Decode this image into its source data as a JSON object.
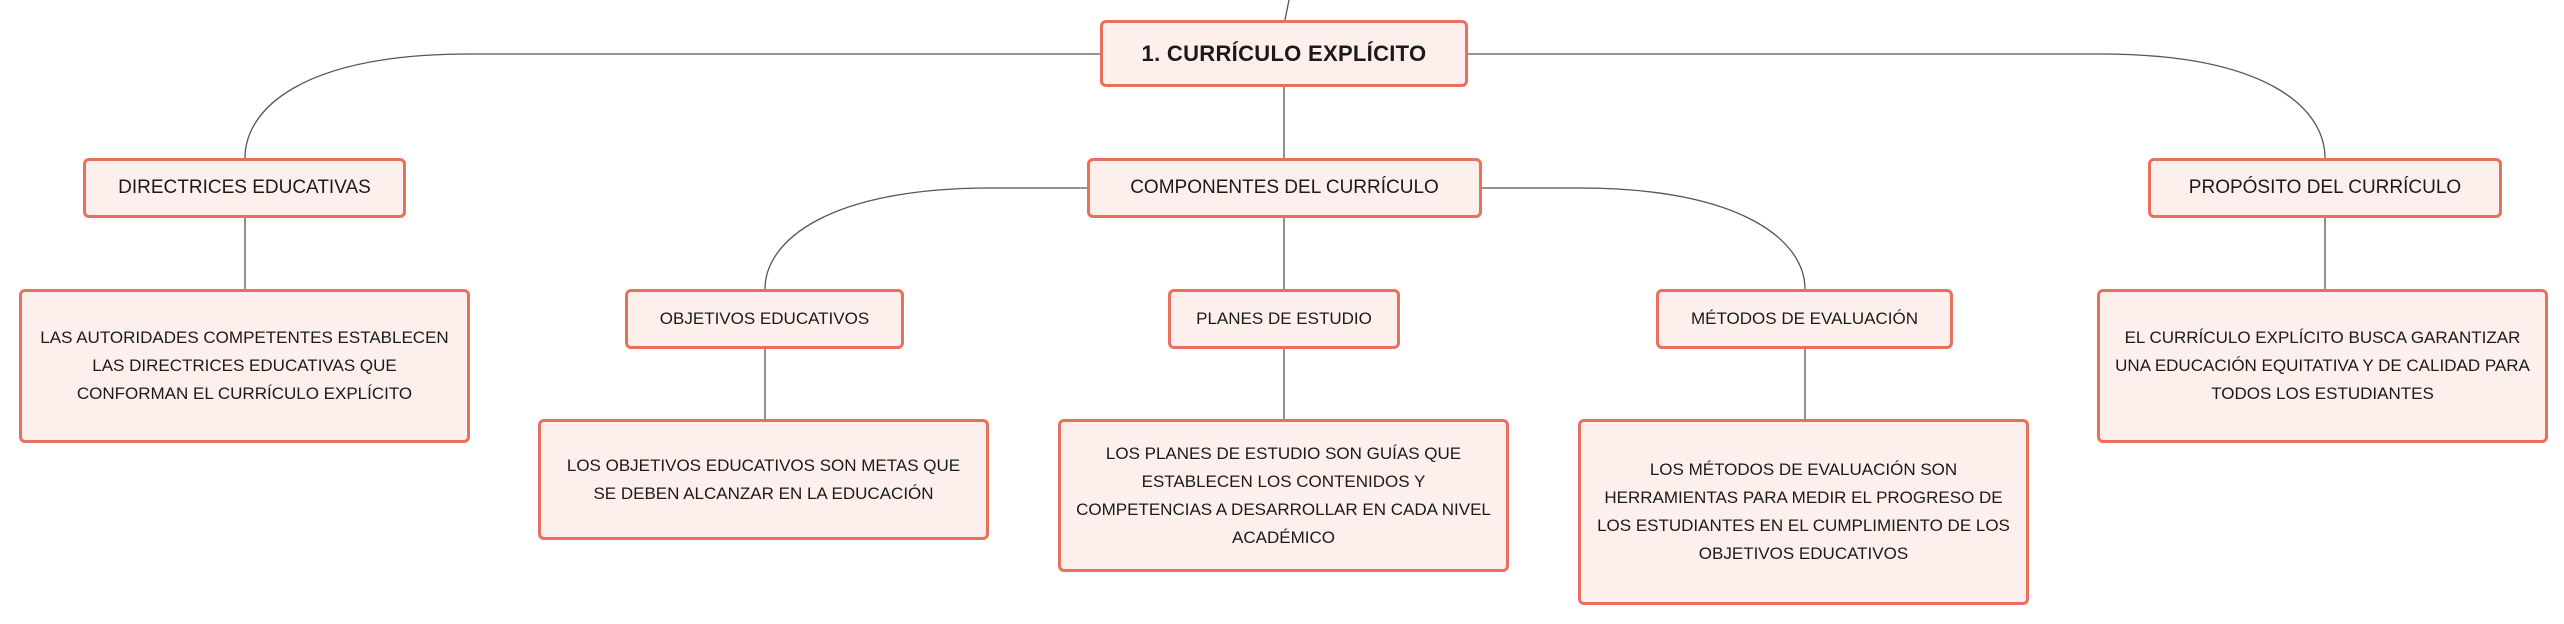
{
  "root": {
    "label": "1. CURRÍCULO EXPLÍCITO"
  },
  "branches": {
    "directrices": {
      "label": "DIRECTRICES EDUCATIVAS",
      "description": "LAS AUTORIDADES COMPETENTES ESTABLECEN LAS DIRECTRICES EDUCATIVAS QUE CONFORMAN EL CURRÍCULO EXPLÍCITO"
    },
    "componentes": {
      "label": "COMPONENTES DEL CURRÍCULO",
      "children": {
        "objetivos": {
          "label": "OBJETIVOS EDUCATIVOS",
          "description": "LOS OBJETIVOS EDUCATIVOS SON METAS QUE SE DEBEN ALCANZAR EN LA EDUCACIÓN"
        },
        "planes": {
          "label": "PLANES DE ESTUDIO",
          "description": "LOS PLANES DE ESTUDIO SON GUÍAS QUE ESTABLECEN LOS CONTENIDOS Y COMPETENCIAS A DESARROLLAR EN CADA NIVEL ACADÉMICO"
        },
        "metodos": {
          "label": "MÉTODOS DE EVALUACIÓN",
          "description": "LOS MÉTODOS DE EVALUACIÓN SON HERRAMIENTAS PARA MEDIR EL PROGRESO DE LOS ESTUDIANTES EN EL CUMPLIMIENTO DE LOS OBJETIVOS EDUCATIVOS"
        }
      }
    },
    "proposito": {
      "label": "PROPÓSITO DEL CURRÍCULO",
      "description": "EL CURRÍCULO EXPLÍCITO BUSCA GARANTIZAR UNA EDUCACIÓN EQUITATIVA Y DE CALIDAD PARA TODOS LOS ESTUDIANTES"
    }
  },
  "colors": {
    "node_border": "#e8705c",
    "node_fill": "#fdf0ec",
    "connector": "#555555",
    "text": "#1a1a1a"
  }
}
